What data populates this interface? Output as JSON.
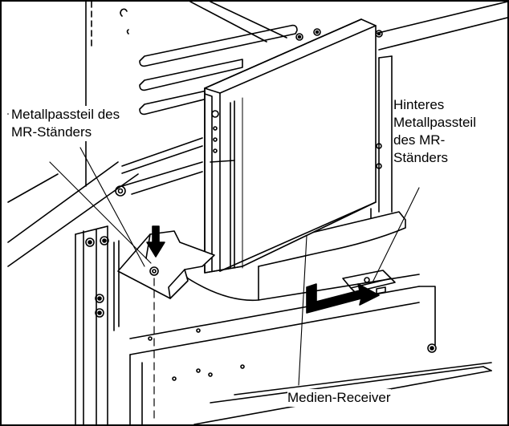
{
  "labels": {
    "front_bracket": [
      "Metallpassteil des",
      "MR-Ständers"
    ],
    "rear_bracket": [
      "Hinteres",
      "Metallpassteil",
      "des MR-",
      "Ständers"
    ],
    "receiver": "Medien-Receiver"
  },
  "colors": {
    "line": "#000000",
    "background": "#ffffff"
  },
  "icons": {
    "down_arrow": "push-down-arrow-icon",
    "insert_arrow": "insert-direction-arrow-icon"
  }
}
